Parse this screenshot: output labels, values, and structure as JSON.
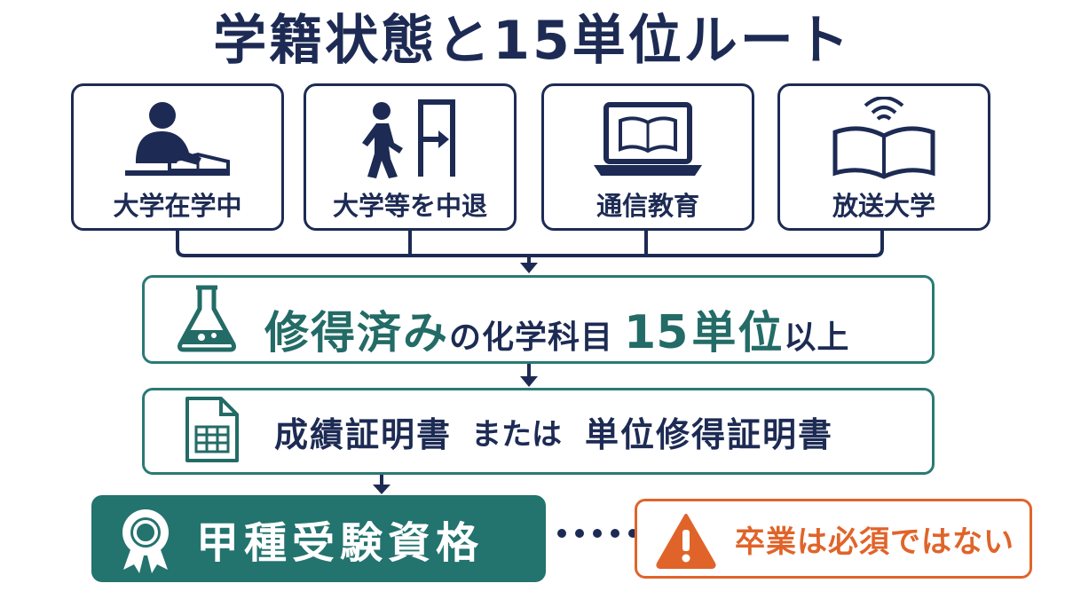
{
  "title": "学籍状態と15単位ルート",
  "colors": {
    "navy": "#1d2b54",
    "teal": "#23736e",
    "orange": "#e0642a"
  },
  "statuses": [
    {
      "label": "大学在学中",
      "icon": "studying-person-icon"
    },
    {
      "label": "大学等を中退",
      "icon": "person-exit-door-icon"
    },
    {
      "label": "通信教育",
      "icon": "laptop-book-icon"
    },
    {
      "label": "放送大学",
      "icon": "broadcast-book-icon"
    }
  ],
  "requirement": {
    "icon": "flask-icon",
    "part1": "修得済み",
    "part2": "の化学科目",
    "part3": "15",
    "part4": "単位",
    "part5": "以上"
  },
  "documents": {
    "icon": "spreadsheet-document-icon",
    "doc1": "成績証明書",
    "connector": "または",
    "doc2": "単位修得証明書"
  },
  "result": {
    "icon": "award-ribbon-icon",
    "label": "甲種受験資格"
  },
  "note": {
    "icon": "warning-icon",
    "label": "卒業は必須ではない"
  }
}
